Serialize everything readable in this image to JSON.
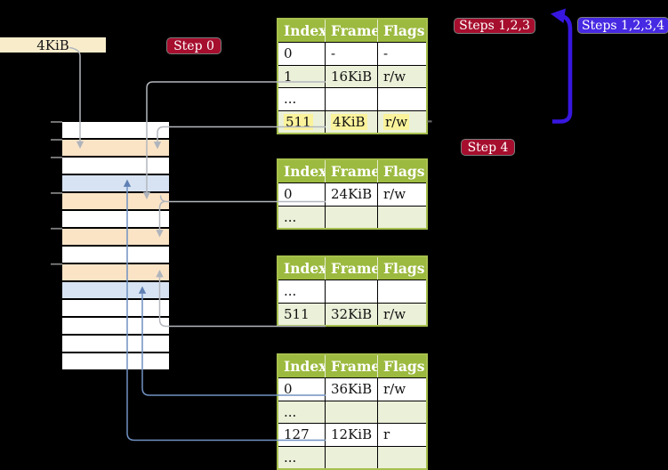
{
  "colors": {
    "background": "#000000",
    "badge_red": "#A60E2E",
    "badge_blue": "#4629E2",
    "loop_arrow_blue": "#3716E0",
    "table_header_green": "#9CBA3F",
    "table_border_green": "#A7C04E",
    "table_row_green": "#EBF0D9",
    "memory_page_table_orange": "#FBE3C6",
    "memory_mapped_page_blue": "#D7E3F3",
    "highlight_yellow": "#FBF39B",
    "label_cream": "#F8ECCB",
    "connector_grey": "#B3B7BD",
    "connector_blue": "#7191C2"
  },
  "label_4kib": "4KiB",
  "badges": {
    "step0": "Step 0",
    "steps123": "Steps 1,2,3",
    "steps1234": "Steps 1,2,3,4",
    "step4": "Step 4"
  },
  "memory": {
    "row_types": [
      "free",
      "page-table",
      "free",
      "mapped-page",
      "page-table",
      "free",
      "page-table",
      "free",
      "page-table",
      "mapped-page",
      "free",
      "free",
      "free",
      "free"
    ],
    "row_styles": [
      "background:#FFFFFF",
      "background:#FBE3C6",
      "background:#FFFFFF",
      "background:#D7E3F3",
      "background:#FBE3C6",
      "background:#FFFFFF",
      "background:#FBE3C6",
      "background:#FFFFFF",
      "background:#FBE3C6",
      "background:#D7E3F3",
      "background:#FFFFFF",
      "background:#FFFFFF",
      "background:#FFFFFF",
      "background:#FFFFFF"
    ]
  },
  "tables": [
    {
      "headers": [
        "Index",
        "Frame",
        "Flags"
      ],
      "rows": [
        [
          "0",
          "-",
          "-"
        ],
        [
          "1",
          "16KiB",
          "r/w"
        ],
        [
          "...",
          "",
          ""
        ],
        [
          "511",
          "4KiB",
          "r/w"
        ]
      ]
    },
    {
      "headers": [
        "Index",
        "Frame",
        "Flags"
      ],
      "rows": [
        [
          "0",
          "24KiB",
          "r/w"
        ],
        [
          "...",
          "",
          ""
        ]
      ]
    },
    {
      "headers": [
        "Index",
        "Frame",
        "Flags"
      ],
      "rows": [
        [
          "...",
          "",
          ""
        ],
        [
          "511",
          "32KiB",
          "r/w"
        ]
      ]
    },
    {
      "headers": [
        "Index",
        "Frame",
        "Flags"
      ],
      "rows": [
        [
          "0",
          "36KiB",
          "r/w"
        ],
        [
          "...",
          "",
          ""
        ],
        [
          "127",
          "12KiB",
          "r"
        ],
        [
          "...",
          "",
          ""
        ]
      ]
    }
  ],
  "arrows": [
    {
      "from": "4KiB-label",
      "to": "memory-row-2"
    },
    {
      "from": "table1-row-1",
      "to": "memory-row-5"
    },
    {
      "from": "table1-row-511",
      "to": "memory-row-2"
    },
    {
      "from": "memory-row-5",
      "to": "table2"
    },
    {
      "from": "table2-row-0",
      "to": "memory-row-7"
    },
    {
      "from": "table3-row-511",
      "to": "memory-row-9"
    },
    {
      "from": "table4-row-0",
      "to": "memory-row-10"
    },
    {
      "from": "table4-row-127",
      "to": "memory-row-4"
    },
    {
      "from": "table1-row-511",
      "to": "table1-top",
      "style": "thick-blue-loop"
    }
  ]
}
